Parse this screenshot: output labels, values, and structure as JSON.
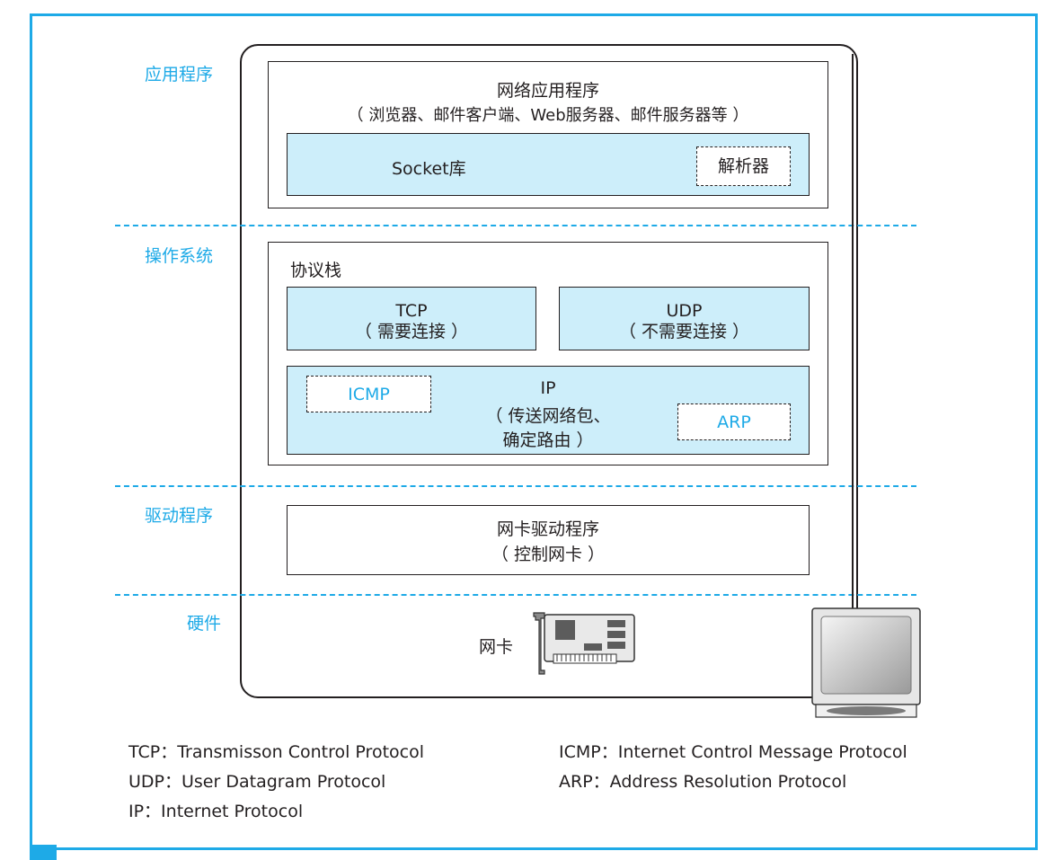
{
  "layers": {
    "application": "应用程序",
    "os": "操作系统",
    "driver": "驱动程序",
    "hardware": "硬件"
  },
  "app_box": {
    "title": "网络应用程序",
    "subtitle": "（ 浏览器、邮件客户端、Web服务器、邮件服务器等 ）",
    "socket_label": "Socket库",
    "resolver_label": "解析器"
  },
  "stack_box": {
    "title": "协议栈",
    "tcp_title": "TCP",
    "tcp_sub": "（ 需要连接 ）",
    "udp_title": "UDP",
    "udp_sub": "（ 不需要连接 ）",
    "ip_title": "IP",
    "ip_sub1": "（ 传送网络包、",
    "ip_sub2": "确定路由 ）",
    "icmp_label": "ICMP",
    "arp_label": "ARP"
  },
  "driver_box": {
    "title": "网卡驱动程序",
    "subtitle": "（ 控制网卡 ）"
  },
  "hardware": {
    "nic_label": "网卡"
  },
  "legend": {
    "left": [
      "TCP：Transmisson Control Protocol",
      "UDP：User Datagram Protocol",
      "IP：Internet Protocol"
    ],
    "right": [
      "ICMP：Internet Control Message Protocol",
      "ARP：Address Resolution Protocol"
    ]
  },
  "colors": {
    "accent": "#1eaae7",
    "box_fill": "#cdeefa",
    "line": "#231f20"
  }
}
